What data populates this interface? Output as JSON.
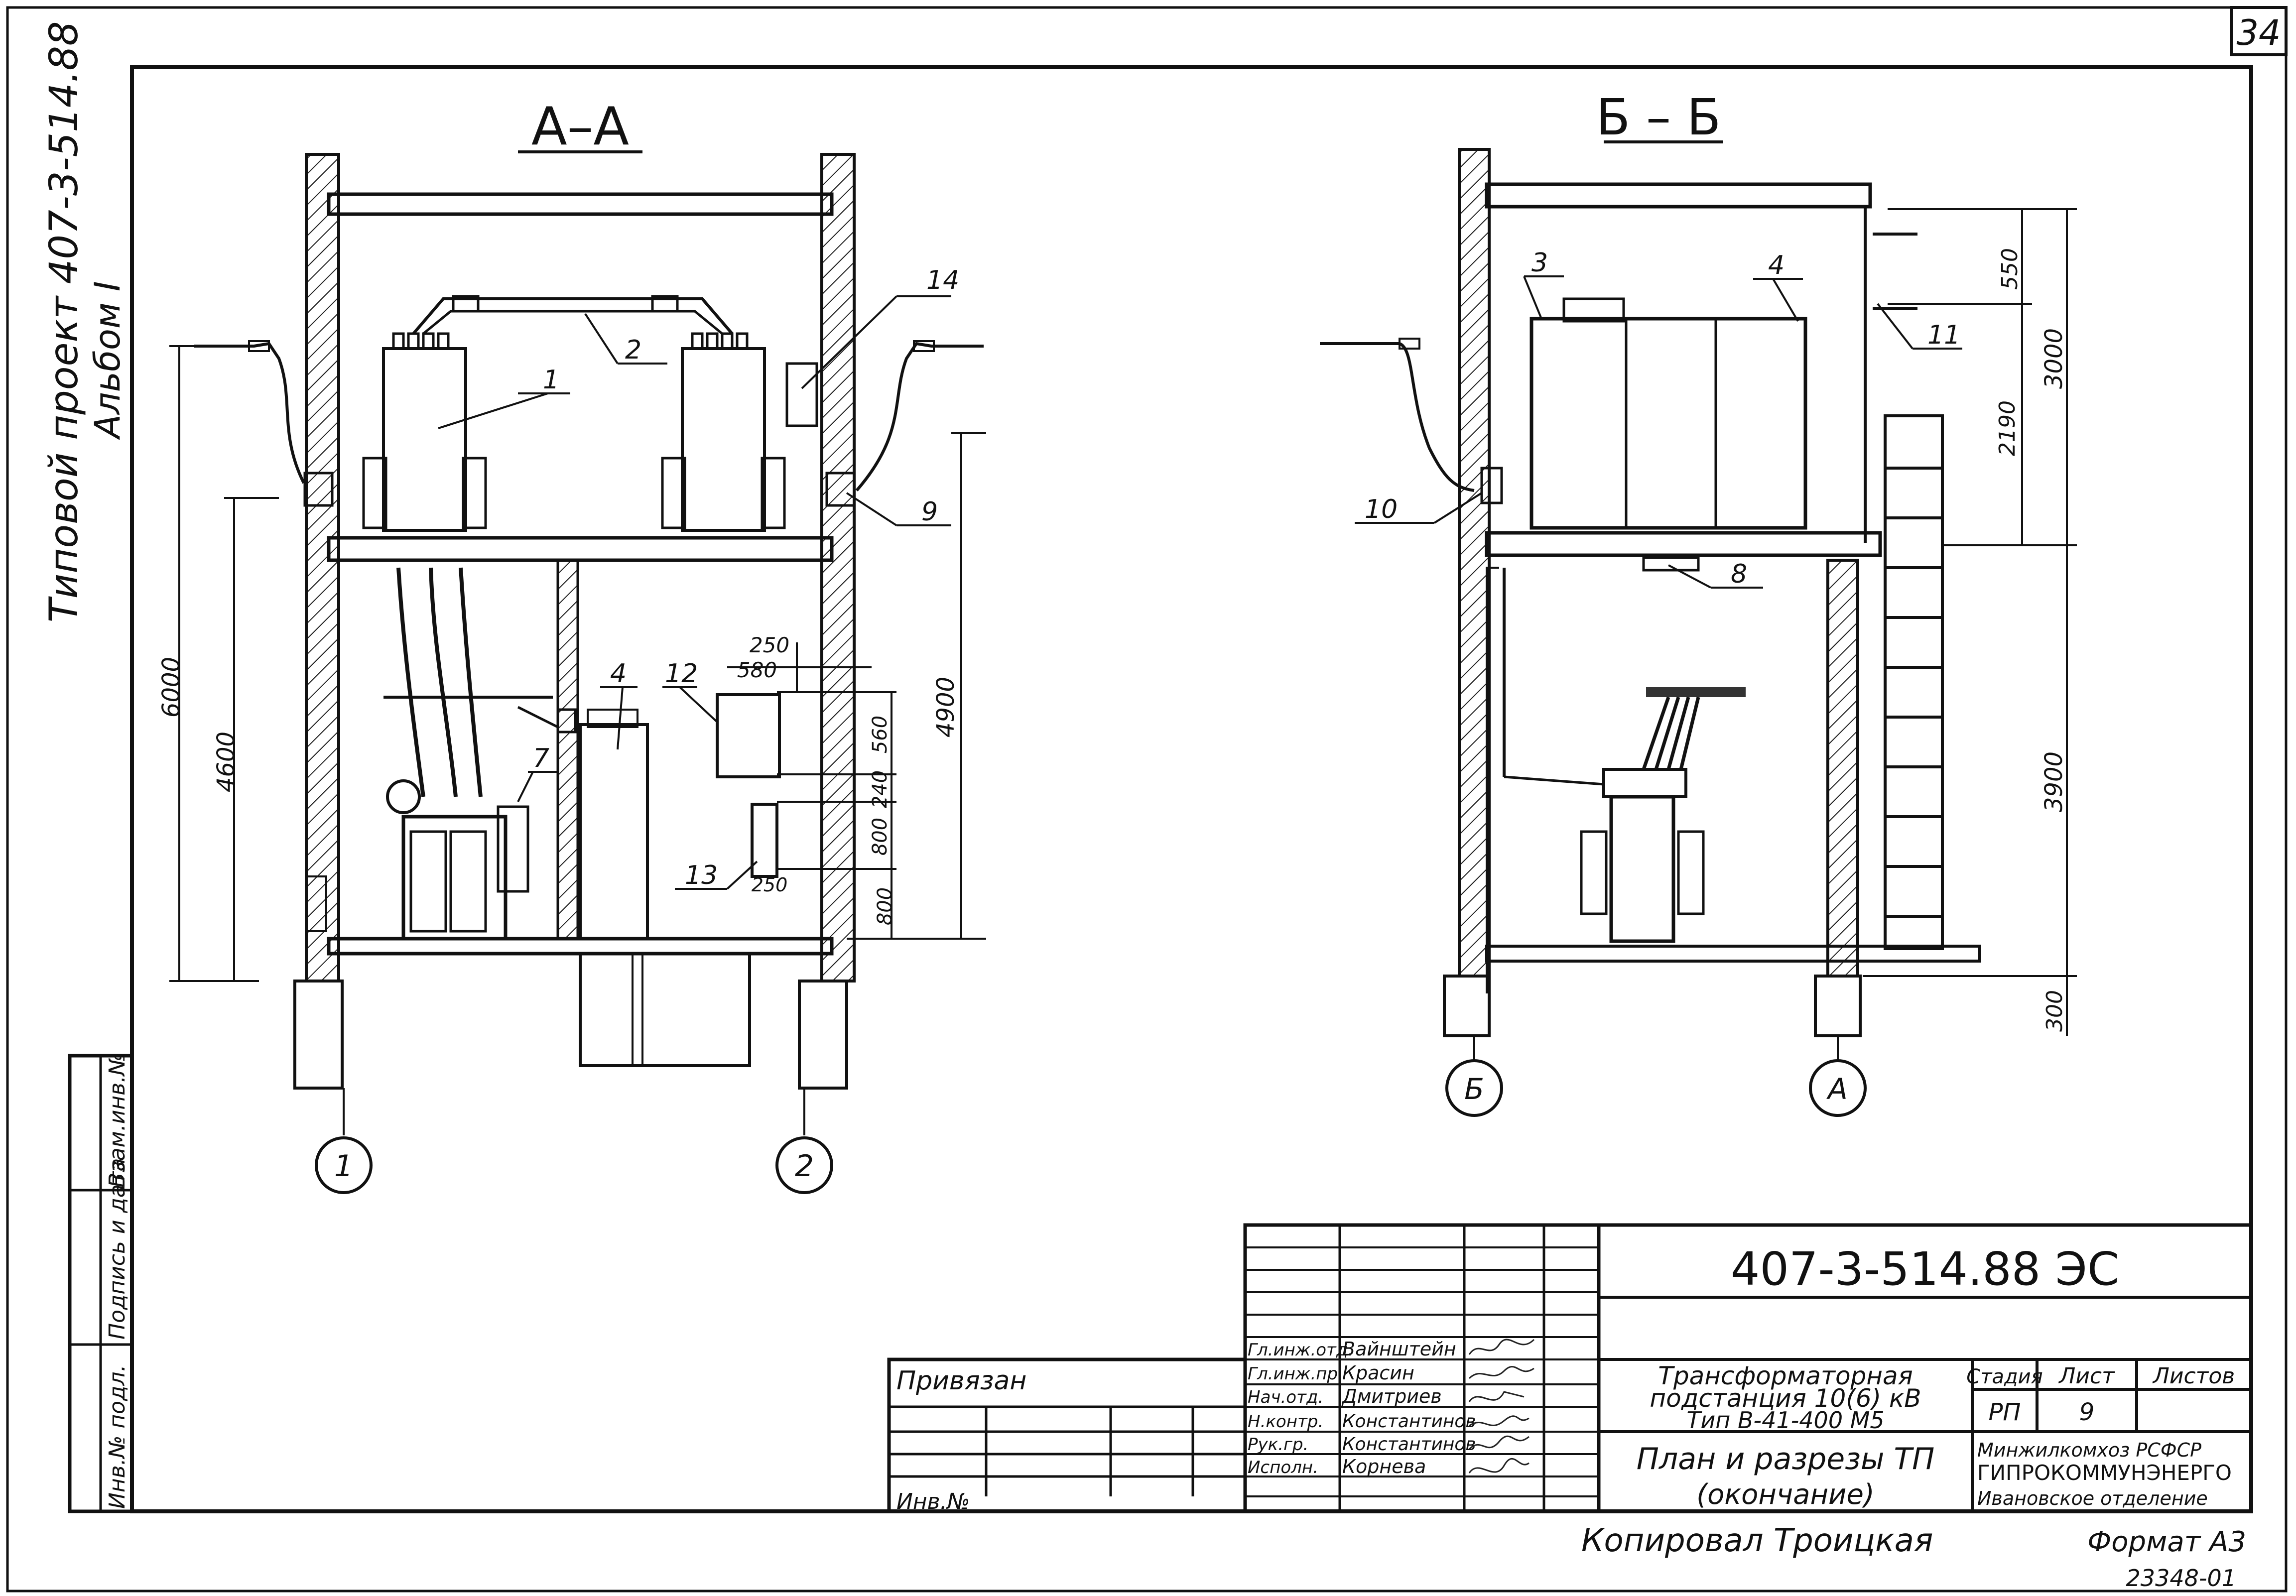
{
  "sheet": {
    "page_number": "34",
    "side_title_line1": "Типовой проект 407-3-514.88",
    "side_title_line2": "Альбом I",
    "bottom_code": "23348-01",
    "copied_by": "Копировал Троицкая",
    "format": "Формат А3"
  },
  "left_strip": {
    "inv_podl": "Инв.№ подл.",
    "signature_date": "Подпись и дата",
    "vzam": "Взам.инв.№"
  },
  "section_aa": {
    "title": "А–А",
    "callouts": [
      "1",
      "2",
      "14",
      "9",
      "4",
      "7",
      "12",
      "13"
    ],
    "dims": [
      "6000",
      "4600",
      "4900",
      "250",
      "580",
      "560",
      "240",
      "800",
      "800",
      "250"
    ],
    "axes": [
      "1",
      "2"
    ]
  },
  "section_bb": {
    "title": "Б – Б",
    "callouts": [
      "3",
      "4",
      "11",
      "10",
      "8"
    ],
    "dims": [
      "550",
      "2190",
      "3000",
      "3900",
      "300"
    ],
    "axes": [
      "Б",
      "А"
    ]
  },
  "title_block": {
    "doc_code": "407-3-514.88  ЭС",
    "privyazan": "Привязан",
    "inv_no": "Инв.№",
    "roles": [
      "Гл.инж.отд.",
      "Гл.инж.пр.",
      "Нач.отд.",
      "Н.контр.",
      "Рук.гр.",
      "Исполн."
    ],
    "names": [
      "Вайнштейн",
      "Красин",
      "Дмитриев",
      "Константинов",
      "Константинов",
      "Корнева"
    ],
    "object_line1": "Трансформаторная",
    "object_line2": "подстанция 10(6) кВ",
    "object_line3": "Тип В-41-400 М5",
    "sheet_title_line1": "План и разрезы ТП",
    "sheet_title_line2": "(окончание)",
    "stage_header": "Стадия",
    "list_header": "Лист",
    "lists_header": "Листов",
    "stage_value": "РП",
    "list_value": "9",
    "org_line1": "Минжилкомхоз РСФСР",
    "org_line2": "ГИПРОКОММУНЭНЕРГО",
    "org_line3": "Ивановское отделение"
  }
}
